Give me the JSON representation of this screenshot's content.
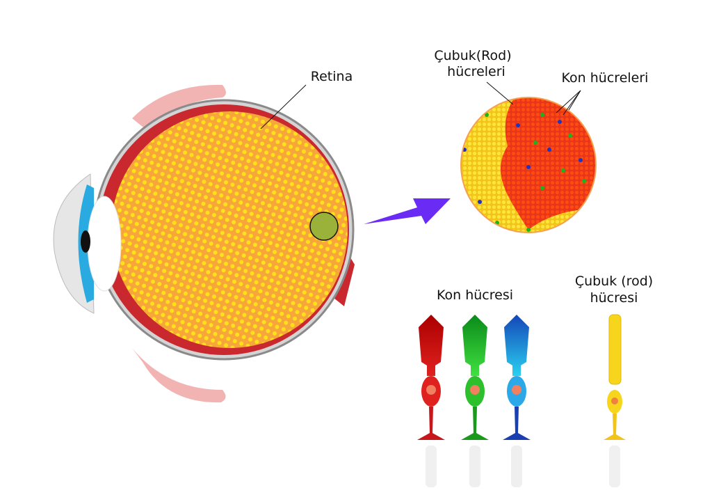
{
  "labels": {
    "retina": "Retina",
    "rod_cells_line1": "Çubuk(Rod)",
    "rod_cells_line2": "hücreleri",
    "cone_cells": "Kon hücreleri",
    "cone_cell": "Kon hücresi",
    "rod_cell_line1": "Çubuk (rod)",
    "rod_cell_line2": "hücresi"
  },
  "colors": {
    "retina": "#f9b233",
    "retina_dots": "#ffe11a",
    "sclera_red": "#c8282e",
    "cornea": "#29aae1",
    "arrow": "#6a2cf5",
    "cone_red": "#c8161d",
    "cone_green": "#1db31d",
    "cone_blue": "#1a5bd1",
    "rod_yellow": "#f7d51c"
  }
}
